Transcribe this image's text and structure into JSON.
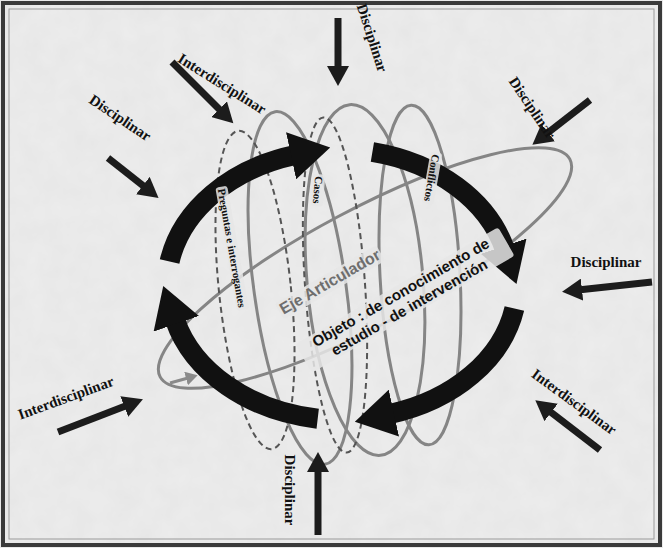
{
  "diagram": {
    "labels": [
      "Interdisciplinar",
      "Disciplinar",
      "Disciplinar",
      "Disciplinar",
      "Disciplinar",
      "Interdisciplinar",
      "Interdisciplinar",
      "Disciplinar",
      "Eje Articulador",
      "Objeto : de conocimiento de estudio - de intervención",
      "Preguntas e interrogantes",
      "Casos",
      "Conflictos"
    ]
  }
}
